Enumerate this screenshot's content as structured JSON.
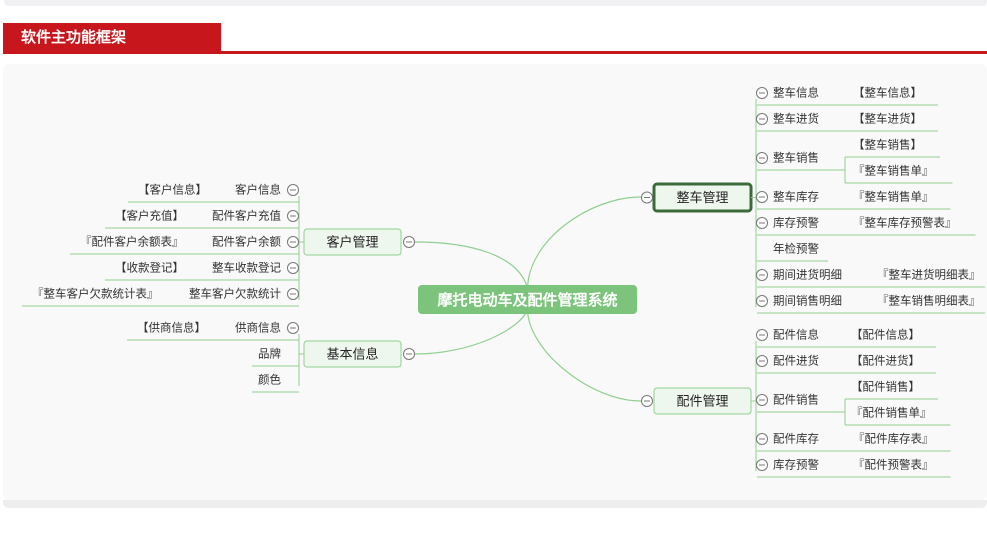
{
  "page": {
    "section_title": "软件主功能框架"
  },
  "mindmap": {
    "root": "摩托电动车及配件管理系统",
    "branches": [
      {
        "id": "zhengche",
        "label": "整车管理",
        "items": [
          {
            "label": "整车信息",
            "links": [
              "【整车信息】"
            ]
          },
          {
            "label": "整车进货",
            "links": [
              "【整车进货】"
            ]
          },
          {
            "label": "整车销售",
            "links": [
              "【整车销售】",
              "『整车销售单』"
            ]
          },
          {
            "label": "整车库存",
            "links": [
              "『整车销售单』"
            ]
          },
          {
            "label": "库存预警",
            "links": [
              "『整车库存预警表』"
            ]
          },
          {
            "label": "年检预警",
            "links": []
          },
          {
            "label": "期间进货明细",
            "links": [
              "『整车进货明细表』"
            ]
          },
          {
            "label": "期间销售明细",
            "links": [
              "『整车销售明细表』"
            ]
          }
        ]
      },
      {
        "id": "peijian",
        "label": "配件管理",
        "items": [
          {
            "label": "配件信息",
            "links": [
              "【配件信息】"
            ]
          },
          {
            "label": "配件进货",
            "links": [
              "【配件进货】"
            ]
          },
          {
            "label": "配件销售",
            "links": [
              "【配件销售】",
              "『配件销售单』"
            ]
          },
          {
            "label": "配件库存",
            "links": [
              "『配件库存表』"
            ]
          },
          {
            "label": "库存预警",
            "links": [
              "『配件预警表』"
            ]
          }
        ]
      },
      {
        "id": "kehu",
        "label": "客户管理",
        "items": [
          {
            "label": "客户信息",
            "links": [
              "【客户信息】"
            ]
          },
          {
            "label": "配件客户充值",
            "links": [
              "【客户充值】"
            ]
          },
          {
            "label": "配件客户余额",
            "links": [
              "『配件客户余额表』"
            ]
          },
          {
            "label": "整车收款登记",
            "links": [
              "【收款登记】"
            ]
          },
          {
            "label": "整车客户欠款统计",
            "links": [
              "『整车客户欠款统计表』"
            ]
          }
        ]
      },
      {
        "id": "jiben",
        "label": "基本信息",
        "items": [
          {
            "label": "供商信息",
            "links": [
              "【供商信息】"
            ]
          },
          {
            "label": "品牌",
            "links": []
          },
          {
            "label": "颜色",
            "links": []
          }
        ]
      }
    ],
    "colors": {
      "accent": "#c8161d",
      "root_fill": "#7cc47c",
      "node_fill": "#eef7ee",
      "node_stroke": "#8fcf8f",
      "selected_stroke": "#3b6b3b",
      "line": "#8fd08f"
    }
  }
}
